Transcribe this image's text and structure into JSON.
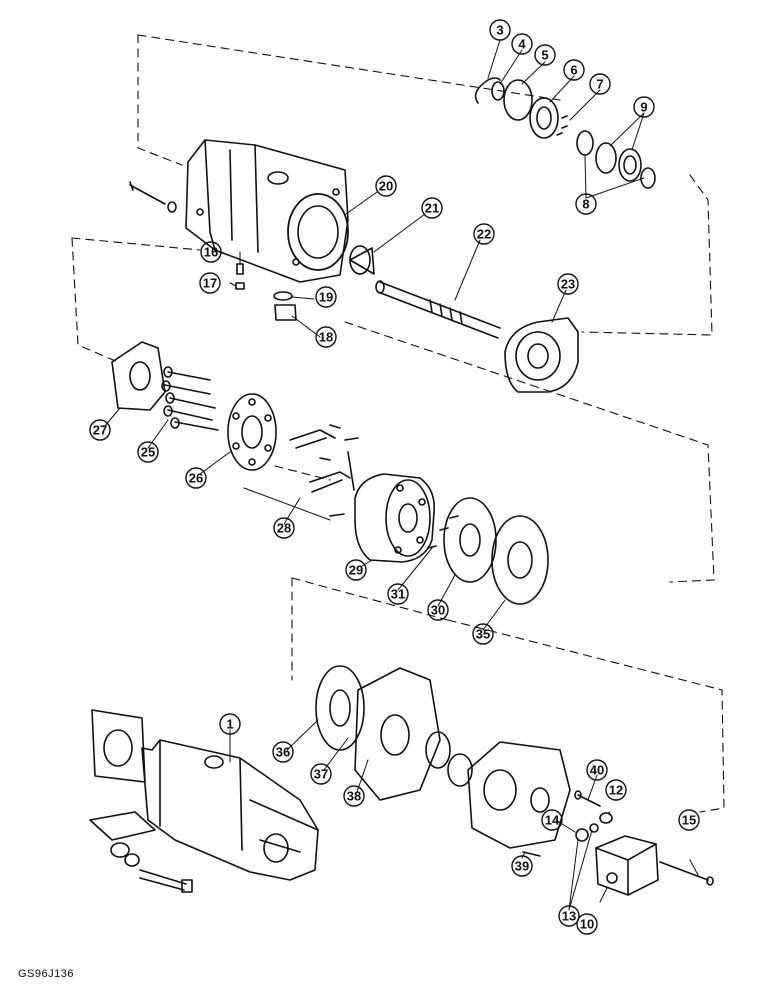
{
  "figure_id": "GS96J136",
  "callouts": {
    "c1": "1",
    "c3": "3",
    "c4": "4",
    "c5": "5",
    "c6": "6",
    "c7": "7",
    "c8": "8",
    "c9": "9",
    "c10": "10",
    "c12": "12",
    "c13": "13",
    "c14": "14",
    "c15": "15",
    "c16": "16",
    "c17": "17",
    "c18": "18",
    "c19": "19",
    "c20": "20",
    "c21": "21",
    "c22": "22",
    "c23": "23",
    "c25": "25",
    "c26": "26",
    "c27": "27",
    "c28": "28",
    "c29": "29",
    "c30": "30",
    "c31": "31",
    "c35": "35",
    "c36": "36",
    "c37": "37",
    "c38": "38",
    "c39": "39",
    "c40": "40"
  },
  "colors": {
    "ink": "#111111",
    "paper": "#ffffff"
  }
}
